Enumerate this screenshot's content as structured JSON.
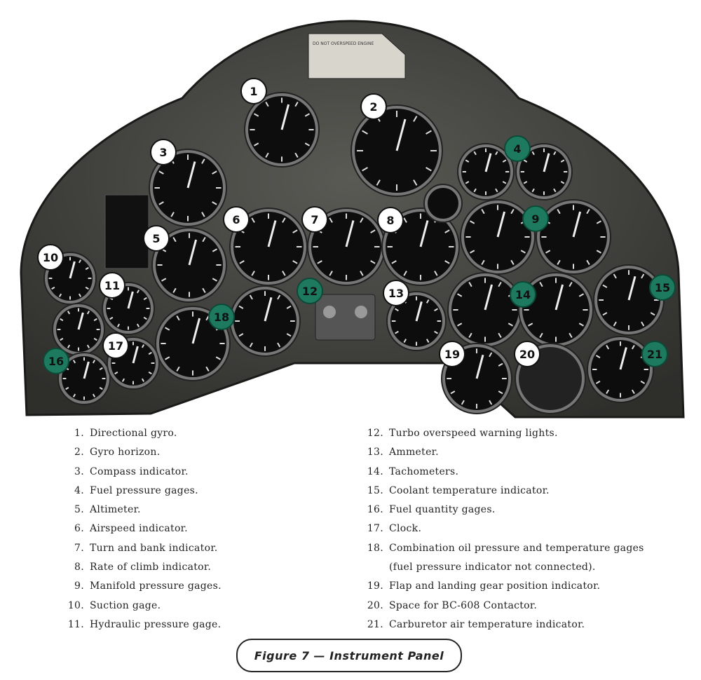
{
  "figure_caption": "Figure 7 — Instrument Panel",
  "placard_text": "DO NOT OVERSPEED ENGINE",
  "markers": [
    {
      "n": "1",
      "color": "#ffffff"
    },
    {
      "n": "2",
      "color": "#ffffff"
    },
    {
      "n": "3",
      "color": "#ffffff"
    },
    {
      "n": "4",
      "color": "#1e7a5e"
    },
    {
      "n": "5",
      "color": "#ffffff"
    },
    {
      "n": "6",
      "color": "#ffffff"
    },
    {
      "n": "7",
      "color": "#ffffff"
    },
    {
      "n": "8",
      "color": "#ffffff"
    },
    {
      "n": "9",
      "color": "#1e7a5e"
    },
    {
      "n": "10",
      "color": "#ffffff"
    },
    {
      "n": "11",
      "color": "#ffffff"
    },
    {
      "n": "12",
      "color": "#1e7a5e"
    },
    {
      "n": "13",
      "color": "#ffffff"
    },
    {
      "n": "14",
      "color": "#1e7a5e"
    },
    {
      "n": "15",
      "color": "#1e7a5e"
    },
    {
      "n": "16",
      "color": "#1e7a5e"
    },
    {
      "n": "17",
      "color": "#ffffff"
    },
    {
      "n": "18",
      "color": "#1e7a5e"
    },
    {
      "n": "19",
      "color": "#ffffff"
    },
    {
      "n": "20",
      "color": "#ffffff"
    },
    {
      "n": "21",
      "color": "#1e7a5e"
    }
  ],
  "legend_left": [
    {
      "num": "1.",
      "text": "Directional gyro."
    },
    {
      "num": "2.",
      "text": "Gyro horizon."
    },
    {
      "num": "3.",
      "text": "Compass indicator."
    },
    {
      "num": "4.",
      "text": "Fuel pressure gages."
    },
    {
      "num": "5.",
      "text": "Altimeter."
    },
    {
      "num": "6.",
      "text": "Airspeed indicator."
    },
    {
      "num": "7.",
      "text": "Turn and bank indicator."
    },
    {
      "num": "8.",
      "text": "Rate of climb indicator."
    },
    {
      "num": "9.",
      "text": "Manifold pressure gages."
    },
    {
      "num": "10.",
      "text": "Suction gage."
    },
    {
      "num": "11.",
      "text": "Hydraulic pressure gage."
    }
  ],
  "legend_right": [
    {
      "num": "12.",
      "text": "Turbo overspeed warning lights."
    },
    {
      "num": "13.",
      "text": "Ammeter."
    },
    {
      "num": "14.",
      "text": "Tachometers."
    },
    {
      "num": "15.",
      "text": "Coolant temperature indicator."
    },
    {
      "num": "16.",
      "text": "Fuel quantity gages."
    },
    {
      "num": "17.",
      "text": "Clock."
    },
    {
      "num": "18.",
      "text": "Combination oil pressure and temperature gages"
    },
    {
      "num": "",
      "text": "(fuel pressure indicator not connected)."
    },
    {
      "num": "19.",
      "text": "Flap and landing gear position indicator."
    },
    {
      "num": "20.",
      "text": "Space for BC-608 Contactor."
    },
    {
      "num": "21.",
      "text": "Carburetor air temperature indicator."
    }
  ]
}
